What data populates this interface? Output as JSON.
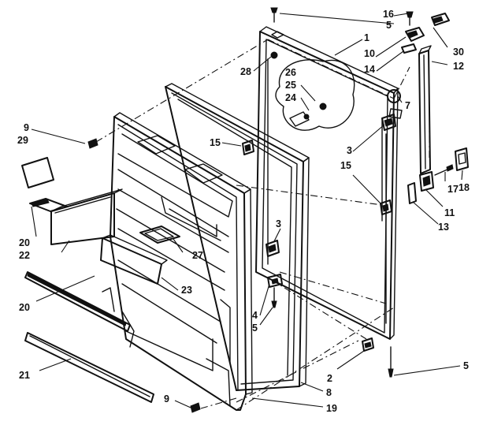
{
  "callouts": [
    {
      "id": "c16",
      "label": "16"
    },
    {
      "id": "c5a",
      "label": "5"
    },
    {
      "id": "c1",
      "label": "1"
    },
    {
      "id": "c30",
      "label": "30"
    },
    {
      "id": "c10",
      "label": "10"
    },
    {
      "id": "c12",
      "label": "12"
    },
    {
      "id": "c14",
      "label": "14"
    },
    {
      "id": "c28",
      "label": "28"
    },
    {
      "id": "c26",
      "label": "26"
    },
    {
      "id": "c25",
      "label": "25"
    },
    {
      "id": "c24",
      "label": "24"
    },
    {
      "id": "c7",
      "label": "7"
    },
    {
      "id": "c9a",
      "label": "9"
    },
    {
      "id": "c29",
      "label": "29"
    },
    {
      "id": "c15a",
      "label": "15"
    },
    {
      "id": "c3a",
      "label": "3"
    },
    {
      "id": "c15b",
      "label": "15"
    },
    {
      "id": "c18",
      "label": "18"
    },
    {
      "id": "c17",
      "label": "17"
    },
    {
      "id": "c11",
      "label": "11"
    },
    {
      "id": "c13",
      "label": "13"
    },
    {
      "id": "c3b",
      "label": "3"
    },
    {
      "id": "c20a",
      "label": "20"
    },
    {
      "id": "c22",
      "label": "22"
    },
    {
      "id": "c27",
      "label": "27"
    },
    {
      "id": "c20b",
      "label": "20"
    },
    {
      "id": "c23",
      "label": "23"
    },
    {
      "id": "c4",
      "label": "4"
    },
    {
      "id": "c5b",
      "label": "5"
    },
    {
      "id": "c21",
      "label": "21"
    },
    {
      "id": "c2",
      "label": "2"
    },
    {
      "id": "c5c",
      "label": "5"
    },
    {
      "id": "c8",
      "label": "8"
    },
    {
      "id": "c9b",
      "label": "9"
    },
    {
      "id": "c19",
      "label": "19"
    }
  ]
}
